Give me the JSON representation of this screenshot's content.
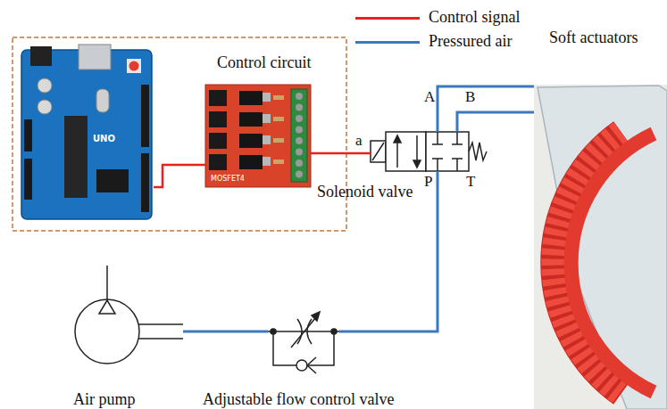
{
  "diagram": {
    "nodes": [
      {
        "text": [
          "Control circuit"
        ]
      },
      {
        "text": [
          "UNO"
        ],
        "in": 0
      },
      {
        "text": [
          "MOSFET4"
        ],
        "in": 0
      },
      {
        "text": [
          "Solenoid valve"
        ]
      },
      {
        "text": [
          "Soft actuators"
        ]
      },
      {
        "text": [
          "Air pump"
        ]
      },
      {
        "text": [
          "Adjustable flow control valve"
        ]
      }
    ],
    "edges": [
      {
        "from": 1,
        "to": 2,
        "arrow": "none"
      },
      {
        "from": 2,
        "to": 3,
        "arrow": "none"
      },
      {
        "from": 5,
        "to": 6,
        "arrow": "none"
      },
      {
        "from": 6,
        "to": 3,
        "arrow": "none"
      },
      {
        "from": 3,
        "to": 4,
        "arrow": "none"
      },
      {
        "from": 3,
        "to": 4,
        "arrow": "none"
      }
    ],
    "labels": [
      "a",
      "A",
      "B",
      "P",
      "T"
    ],
    "legend": [
      {
        "text": "Control signal"
      },
      {
        "text": "Pressured air"
      }
    ]
  }
}
